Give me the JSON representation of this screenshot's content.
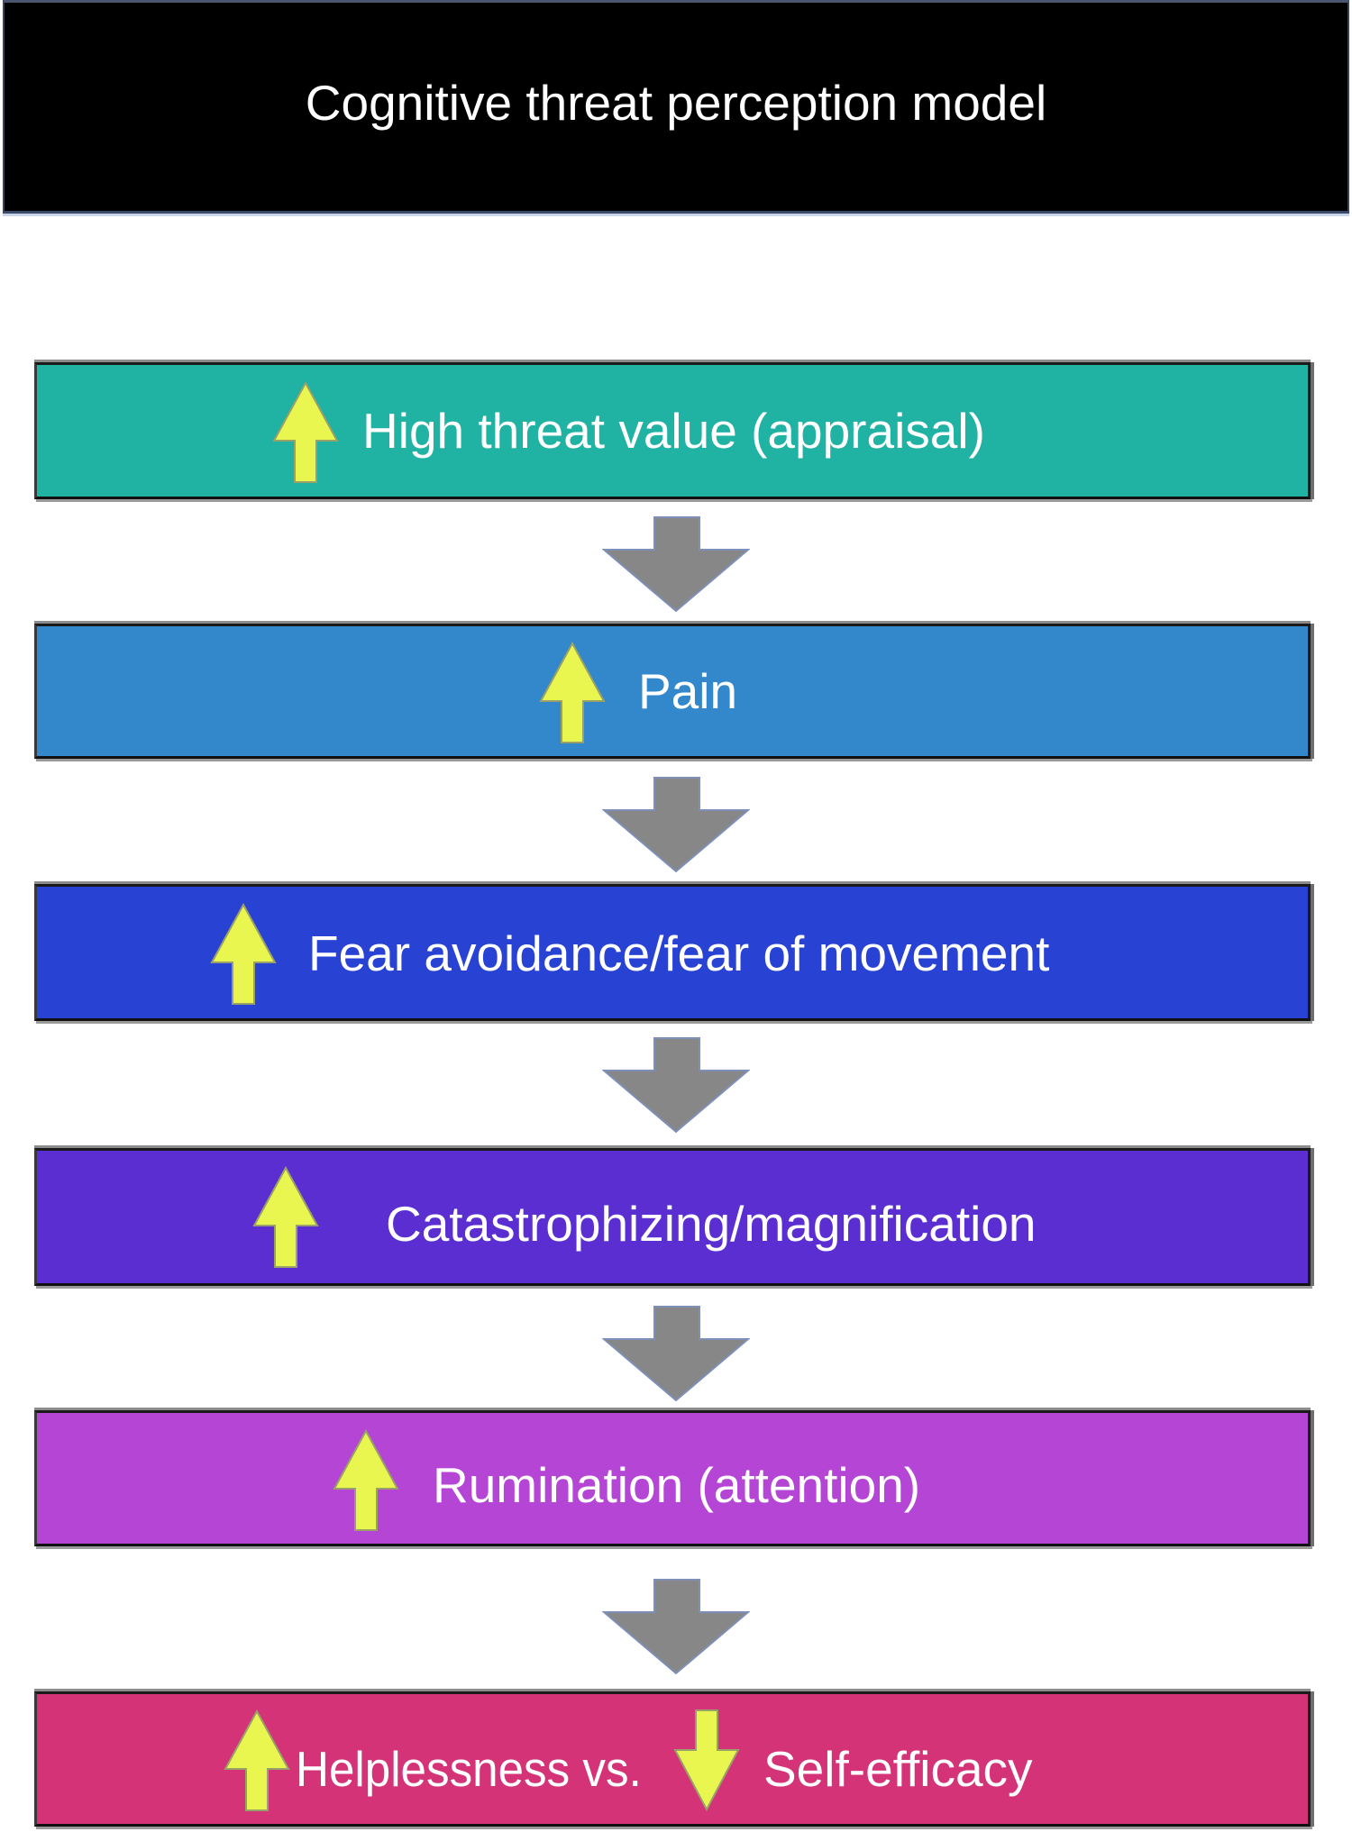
{
  "title": "Cognitive threat perception model",
  "colors": {
    "title_bg": "#000000",
    "arrow_up_down": "#E9F650",
    "connector_arrow": "#878787"
  },
  "steps": [
    {
      "label": "High threat value (appraisal)",
      "indicator": "up-arrow",
      "color": "#20B2A3"
    },
    {
      "label": "Pain",
      "indicator": "up-arrow",
      "color": "#3388CB"
    },
    {
      "label": "Fear avoidance/fear of movement",
      "indicator": "up-arrow",
      "color": "#2842D4"
    },
    {
      "label": "Catastrophizing/magnification",
      "indicator": "up-arrow",
      "color": "#5A2ED1"
    },
    {
      "label": "Rumination (attention)",
      "indicator": "up-arrow",
      "color": "#B545D5"
    },
    {
      "label_left": "Helplessness vs.",
      "indicator_left": "up-arrow",
      "label_right": "Self-efficacy",
      "indicator_right": "down-arrow",
      "color": "#D43477"
    }
  ],
  "connectors": [
    "down-arrow",
    "down-arrow",
    "down-arrow",
    "down-arrow",
    "down-arrow"
  ]
}
